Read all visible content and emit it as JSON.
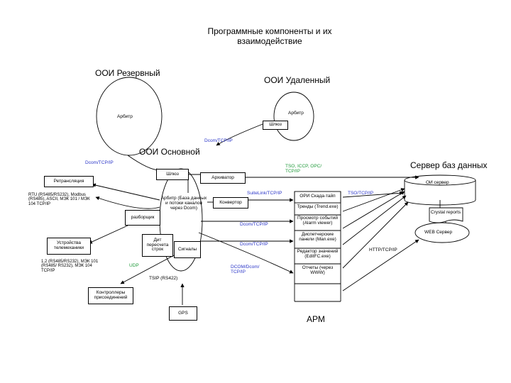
{
  "title": "Программные компоненты и их взаимодействие",
  "nodes": {
    "ooi_reserve": {
      "label": "ООИ Резервный",
      "arbiter": "Арбитр"
    },
    "ooi_remote": {
      "label": "ООИ Удаленный",
      "arbiter": "Арбитр",
      "gateway": "Шлюз"
    },
    "ooi_main": {
      "label": "ООИ Основной",
      "gateway": "Шлюз",
      "archiver": "Архиватор",
      "converter": "Конвертор",
      "arbiter_desc": "Арбитр (База данных и потоки каналов через Dcom)",
      "retranslation": "Ретрансляция",
      "parser": "разборщик",
      "dit": "Дит пересчета строк",
      "signals": "Сигналы"
    },
    "db_server": {
      "label": "Сервер баз данных",
      "oi_server": "ОИ сервер",
      "crystal": "Crystal reports",
      "web": "WEB Сервер"
    },
    "arm": {
      "label": "АРМ",
      "items": [
        "ОРИ Скада-тайп",
        "Тренды (Trend.exe)",
        "Просмотр событий (Alarm viewer)",
        "Диспетчерские панели (Man.exe)",
        "Редактор значений (EditFC.exe)",
        "Отчеты (через WWW)"
      ]
    },
    "left_boxes": {
      "telemetry": "Устройства телемеханики",
      "controllers": "Контроллеры присоединений",
      "gps": "GPS"
    },
    "labels": {
      "dcom_remote": "Dcom/TCP/IP",
      "dcom_reserve": "Dcom/TCP/IP",
      "tso_iccp": "TSO, ICCP, OPC/ TCP/IP",
      "suitelink": "SuiteLink/TCP/IP",
      "tso_db": "TSO/TCP/IP",
      "dcom_arm1": "Dcom/TCP/IP",
      "dcom_arm2": "Dcom/TCP/IP",
      "http": "HTTP/TCP/IP",
      "protocols1": "RTU (RS485/RS232), Modbus (RS485), ASCII, МЭК 101 / МЭК 104 TCP/IP",
      "protocols2": "1.2 (RS485/RS232), МЭК 101 (RS485/ RS232), МЭК 104 TCP/IP",
      "udp": "UDP",
      "tsip": "TSIP (RS422)",
      "dcom_opc": "DCOM/Dcom/ TCP/IP"
    }
  }
}
